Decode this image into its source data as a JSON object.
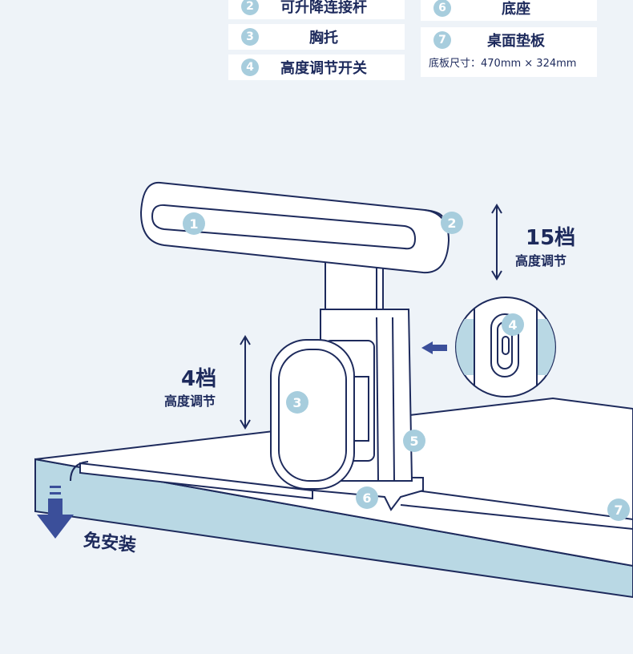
{
  "legend": {
    "items": [
      {
        "num": "2",
        "label": "可升降连接杆"
      },
      {
        "num": "3",
        "label": "胸托"
      },
      {
        "num": "4",
        "label": "高度调节开关"
      },
      {
        "num": "6",
        "label": "底座"
      },
      {
        "num": "7",
        "label": "桌面垫板"
      }
    ],
    "base_size_note": "底板尺寸：470mm × 324mm"
  },
  "annotations": {
    "top_gear": "15档",
    "top_gear_label": "高度调节",
    "side_gear": "4档",
    "side_gear_label": "高度调节",
    "install": "免安装"
  },
  "callouts": [
    "1",
    "2",
    "3",
    "4",
    "5",
    "6",
    "7"
  ],
  "colors": {
    "background": "#eef3f8",
    "outline": "#1d2a5c",
    "accent_blue": "#a7cddd",
    "arrow_blue": "#3b4f9a",
    "desk_edge": "#b9d8e4"
  }
}
